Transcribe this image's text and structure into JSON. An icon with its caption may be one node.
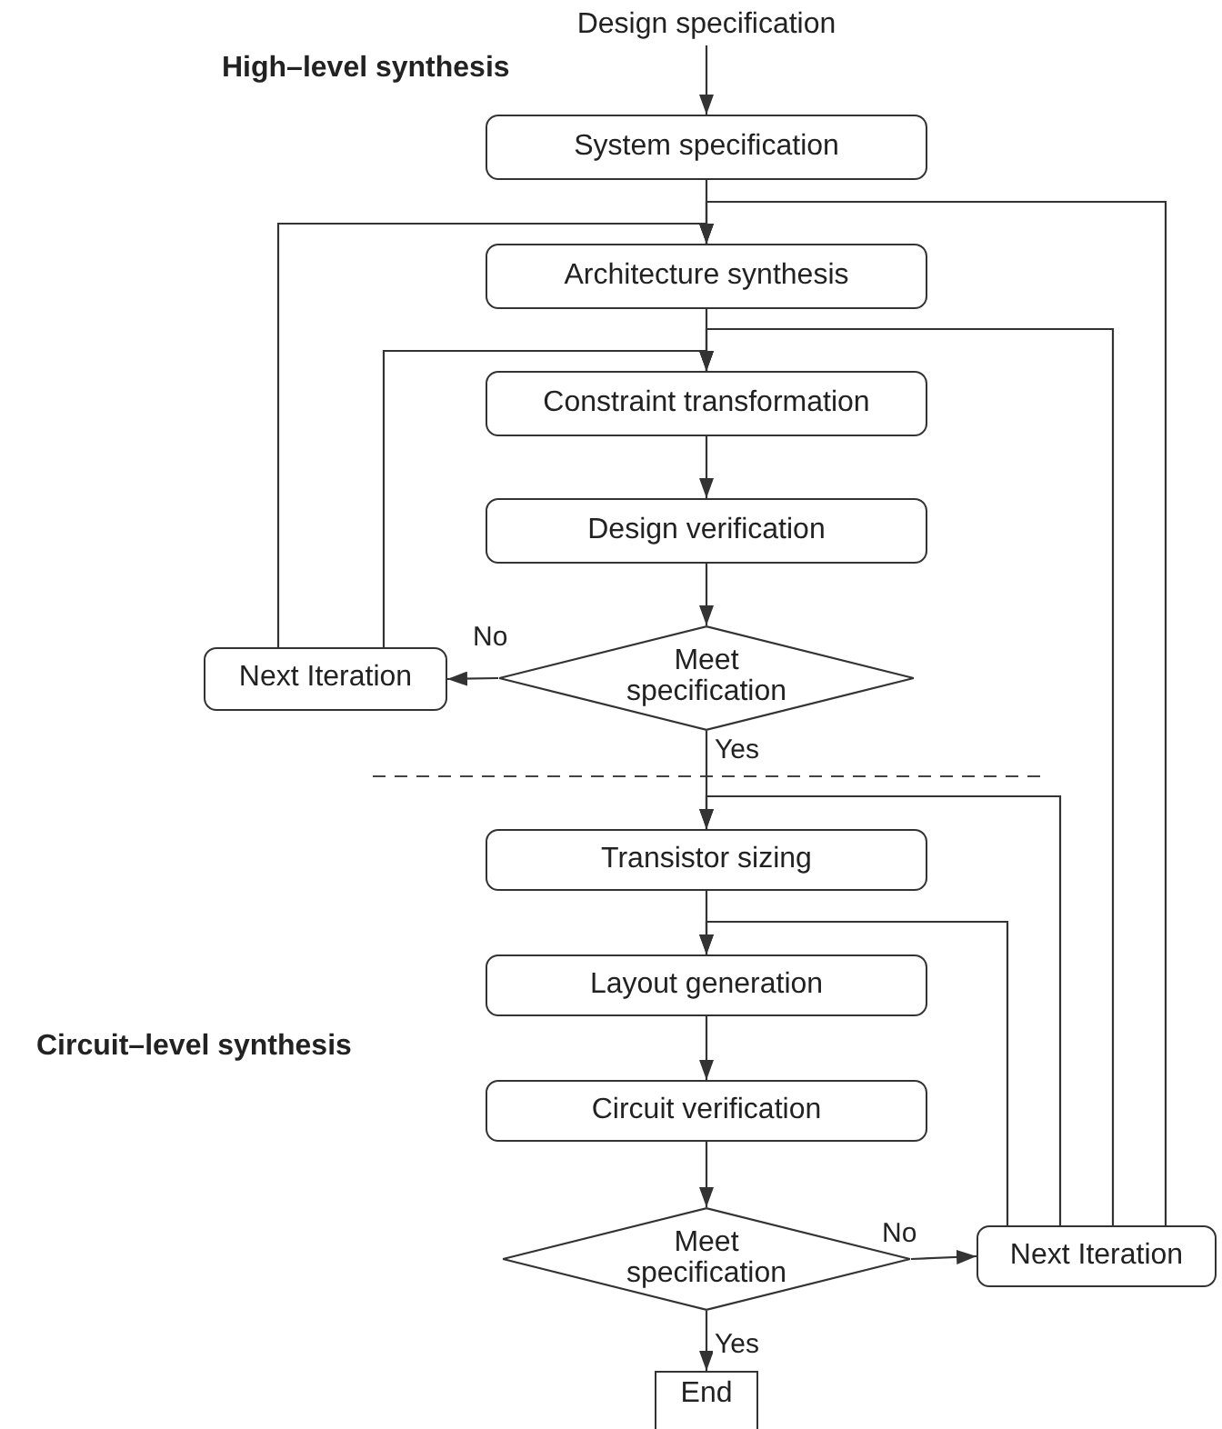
{
  "diagram": {
    "nodes": [
      {
        "text": [
          "Design specification"
        ]
      },
      {
        "text": [
          "System specification"
        ]
      },
      {
        "text": [
          "Architecture synthesis"
        ]
      },
      {
        "text": [
          "Constraint transformation"
        ]
      },
      {
        "text": [
          "Design verification"
        ]
      },
      {
        "text": [
          "Meet specification"
        ]
      },
      {
        "text": [
          "Next Iteration"
        ]
      },
      {
        "text": [
          "Transistor sizing"
        ]
      },
      {
        "text": [
          "Layout generation"
        ]
      },
      {
        "text": [
          "Circuit verification"
        ]
      },
      {
        "text": [
          "Meet specification"
        ]
      },
      {
        "text": [
          "Next Iteration"
        ]
      },
      {
        "text": [
          "End"
        ]
      }
    ],
    "edges": [
      {
        "from": 0,
        "to": 1,
        "arrow": "to"
      },
      {
        "from": 1,
        "to": 2,
        "arrow": "to"
      },
      {
        "from": 6,
        "to": 2,
        "arrow": "to"
      },
      {
        "from": 11,
        "to": 2,
        "arrow": "to"
      },
      {
        "from": 2,
        "to": 3,
        "arrow": "to"
      },
      {
        "from": 6,
        "to": 3,
        "arrow": "to"
      },
      {
        "from": 11,
        "to": 3,
        "arrow": "to"
      },
      {
        "from": 3,
        "to": 4,
        "arrow": "to"
      },
      {
        "from": 4,
        "to": 5,
        "arrow": "to"
      },
      {
        "from": 5,
        "to": 6,
        "label": "No",
        "arrow": "to"
      },
      {
        "from": 5,
        "to": 7,
        "label": "Yes",
        "arrow": "to"
      },
      {
        "from": 11,
        "to": 7,
        "arrow": "to"
      },
      {
        "from": 7,
        "to": 8,
        "arrow": "to"
      },
      {
        "from": 11,
        "to": 8,
        "arrow": "to"
      },
      {
        "from": 8,
        "to": 9,
        "arrow": "to"
      },
      {
        "from": 9,
        "to": 10,
        "arrow": "to"
      },
      {
        "from": 10,
        "to": 11,
        "label": "No",
        "arrow": "to"
      },
      {
        "from": 10,
        "to": 12,
        "label": "Yes",
        "arrow": "to"
      }
    ],
    "labels": [
      "High–level synthesis",
      "Circuit–level synthesis"
    ]
  }
}
